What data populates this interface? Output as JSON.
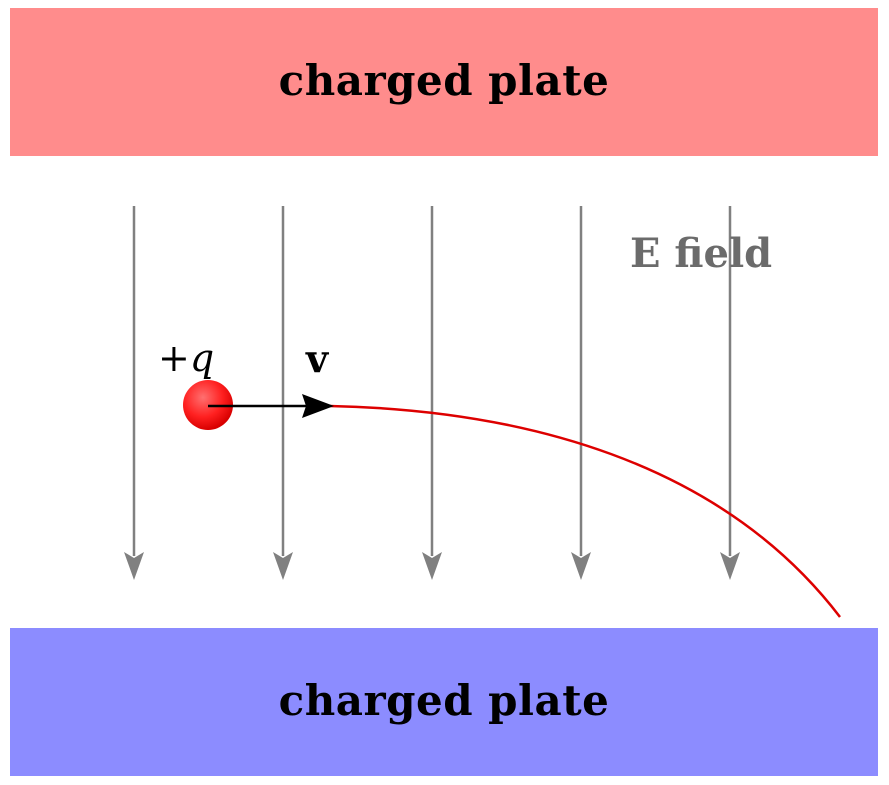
{
  "plates": {
    "top": {
      "label": "charged plate",
      "color": "#ff8c8c"
    },
    "bottom": {
      "label": "charged plate",
      "color": "#8c8cff"
    }
  },
  "field": {
    "label": "E field",
    "line_count": 5,
    "direction": "down",
    "color": "#808080"
  },
  "particle": {
    "sign": "+",
    "symbol": "q",
    "color": "#ff2020"
  },
  "velocity": {
    "label": "v",
    "direction": "right"
  },
  "trajectory": {
    "shape": "parabola curving downward",
    "color": "#dd0000"
  }
}
